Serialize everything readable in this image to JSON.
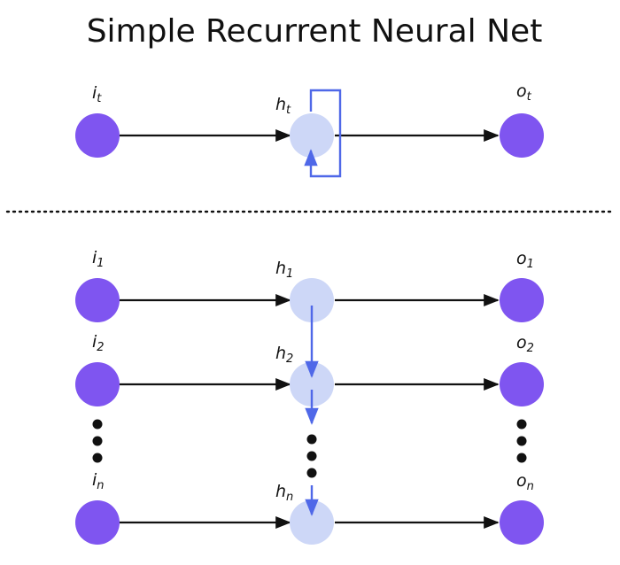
{
  "title": "Simple Recurrent Neural Net",
  "colors": {
    "input_node": "#7f55f0",
    "output_node": "#7f55f0",
    "hidden_node": "#cdd7f7",
    "recurrent_edge": "#4f68e8",
    "edge": "#111111",
    "separator": "#111111"
  },
  "folded": {
    "input_label": {
      "base": "i",
      "sub": "t"
    },
    "hidden_label": {
      "base": "h",
      "sub": "t"
    },
    "output_label": {
      "base": "o",
      "sub": "t"
    }
  },
  "unrolled": {
    "rows": [
      {
        "input": {
          "base": "i",
          "sub": "1"
        },
        "hidden": {
          "base": "h",
          "sub": "1"
        },
        "output": {
          "base": "o",
          "sub": "1"
        }
      },
      {
        "input": {
          "base": "i",
          "sub": "2"
        },
        "hidden": {
          "base": "h",
          "sub": "2"
        },
        "output": {
          "base": "o",
          "sub": "2"
        }
      },
      {
        "input": {
          "base": "i",
          "sub": "n"
        },
        "hidden": {
          "base": "h",
          "sub": "n"
        },
        "output": {
          "base": "o",
          "sub": "n"
        }
      }
    ]
  }
}
